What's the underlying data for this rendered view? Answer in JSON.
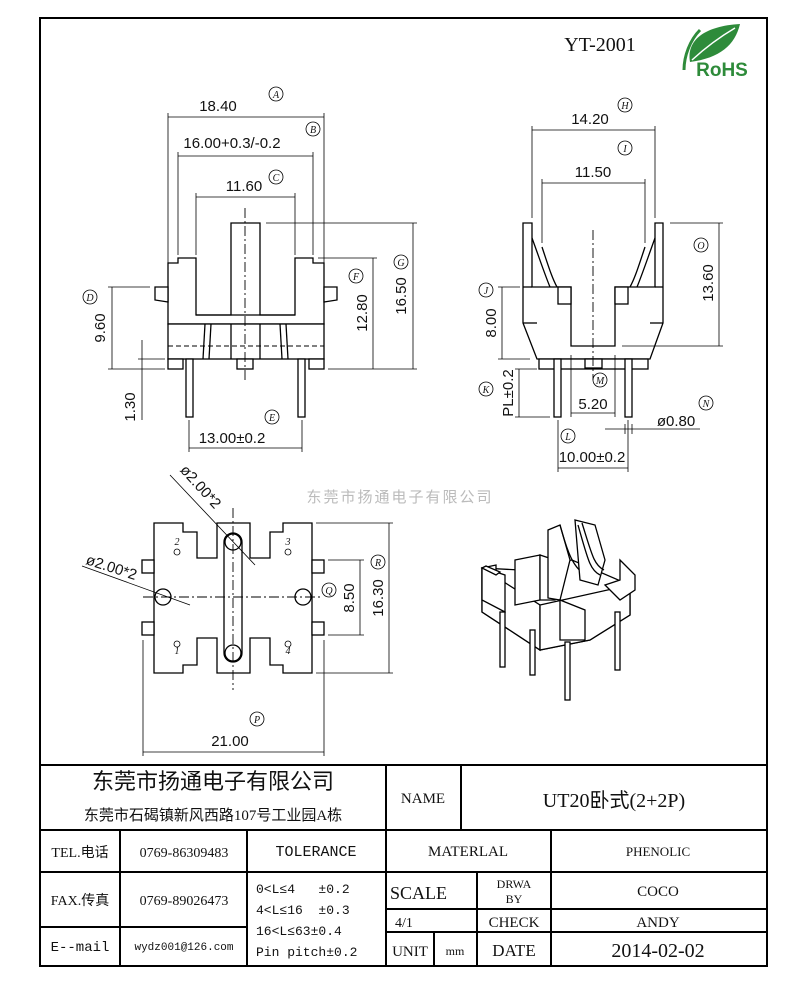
{
  "header": {
    "part_no": "YT-2001",
    "logo_text": "RoHS",
    "rohs_color": "#2e8b3a"
  },
  "watermark": "东莞市扬通电子有限公司",
  "front_view": {
    "dims": {
      "A": "18.40",
      "B": "16.00+0.3/-0.2",
      "C": "11.60",
      "D": "9.60",
      "E": "13.00±0.2",
      "F": "12.80",
      "G": "16.50",
      "pin": "1.30"
    },
    "labels": {
      "A": "A",
      "B": "B",
      "C": "C",
      "D": "D",
      "E": "E",
      "F": "F",
      "G": "G"
    }
  },
  "side_view": {
    "dims": {
      "H": "14.20",
      "I": "11.50",
      "O": "13.60",
      "J": "8.00",
      "K": "PL±0.2",
      "M": "5.20",
      "L": "10.00±0.2",
      "N": "ø0.80"
    },
    "labels": {
      "H": "H",
      "I": "I",
      "O": "O",
      "J": "J",
      "K": "K",
      "M": "M",
      "L": "L",
      "N": "N"
    }
  },
  "bottom_view": {
    "dims": {
      "P": "21.00",
      "R": "16.30",
      "Q": "8.50",
      "hole1": "ø2.00*2",
      "hole2": "ø2.00*2"
    },
    "labels": {
      "P": "P",
      "Q": "Q",
      "R": "R"
    },
    "pin_numbers": [
      "2",
      "3",
      "1",
      "4"
    ]
  },
  "title_block": {
    "company": "东莞市扬通电子有限公司",
    "address": "东莞市石碣镇新风西路107号工业园A栋",
    "name_label": "NAME",
    "name_value": "UT20卧式(2+2P)",
    "tel_label": "TEL.电话",
    "tel_value": "0769-86309483",
    "fax_label": "FAX.传真",
    "fax_value": "0769-89026473",
    "email_label": "E--mail",
    "email_value": "wydz001@126.com",
    "tolerance_label": "TOLERANCE",
    "tolerances": [
      "0<L≤4   ±0.2",
      "4<L≤16  ±0.3",
      "16<L≤63±0.4",
      "Pin pitch±0.2"
    ],
    "material_label": "MATERLAL",
    "material_value": "PHENOLIC",
    "scale_label": "SCALE",
    "scale_value": "4/1",
    "drawn_label_1": "DRWA",
    "drawn_label_2": "BY",
    "drawn_value": "COCO",
    "check_label": "CHECK",
    "check_value": "ANDY",
    "unit_label": "UNIT",
    "unit_value": "mm",
    "date_label": "DATE",
    "date_value": "2014-02-02"
  }
}
